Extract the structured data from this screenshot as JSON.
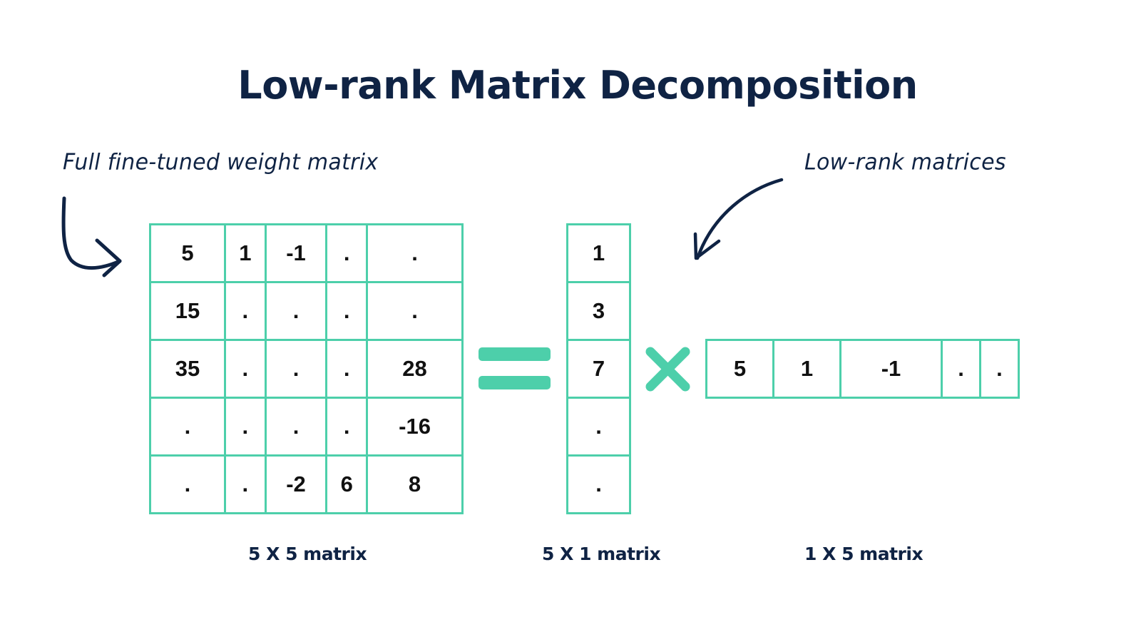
{
  "title": "Low-rank Matrix Decomposition",
  "annotations": {
    "left_label": "Full fine-tuned weight matrix",
    "right_label": "Low-rank matrices"
  },
  "matrices": {
    "full": {
      "label": "5 X 5 matrix",
      "rows": [
        [
          "5",
          "1",
          "-1",
          ".",
          "."
        ],
        [
          "15",
          ".",
          ".",
          ".",
          "."
        ],
        [
          "35",
          ".",
          ".",
          ".",
          "28"
        ],
        [
          ".",
          ".",
          ".",
          ".",
          "-16"
        ],
        [
          ".",
          ".",
          "-2",
          "6",
          "8"
        ]
      ]
    },
    "column": {
      "label": "5 X 1 matrix",
      "values": [
        "1",
        "3",
        "7",
        ".",
        "."
      ]
    },
    "row": {
      "label": "1 X 5 matrix",
      "values": [
        "5",
        "1",
        "-1",
        ".",
        "."
      ]
    }
  },
  "operators": {
    "equals": "=",
    "multiply": "×"
  },
  "colors": {
    "accent": "#4dcfaa",
    "text_dark": "#0f2344",
    "cell_text": "#111111",
    "background": "#ffffff"
  }
}
